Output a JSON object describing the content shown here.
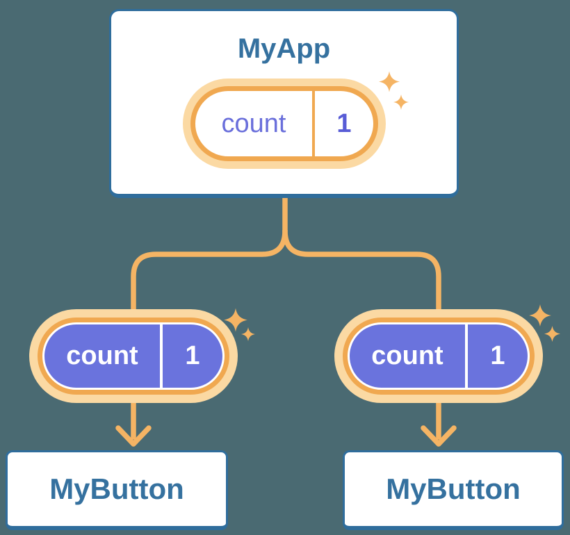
{
  "diagram": {
    "description": "React component tree: parent state passed as props to children",
    "root": {
      "title": "MyApp",
      "state": {
        "label": "count",
        "value": "1"
      }
    },
    "children": [
      {
        "title": "MyButton",
        "prop": {
          "label": "count",
          "value": "1"
        }
      },
      {
        "title": "MyButton",
        "prop": {
          "label": "count",
          "value": "1"
        }
      }
    ],
    "icons": {
      "sparkle": "four-point-star",
      "arrow": "down-chevron-arrow"
    },
    "colors": {
      "background": "#4A6A72",
      "card_fill": "#FFFFFF",
      "card_border": "#2F6D9C",
      "heading_text": "#35719F",
      "connector_orange": "#F5B464",
      "ring_orange": "#F0A850",
      "ring_pale": "#FBD9A3",
      "pill_purple": "#6A73DD",
      "pill_label_purple": "#6A6FDB",
      "pill_value_purple": "#585CD6",
      "pill_text_on_purple": "#FFFFFF"
    }
  }
}
